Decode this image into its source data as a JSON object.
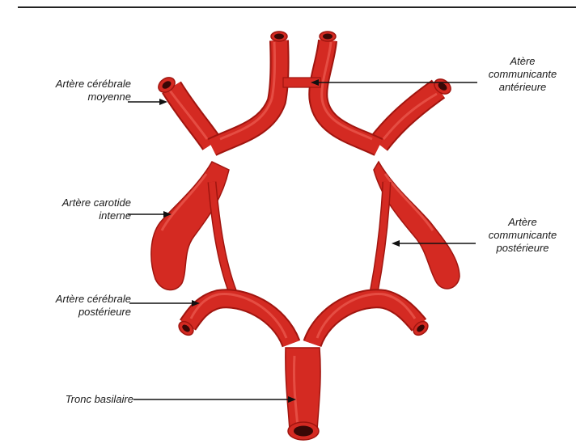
{
  "labels": {
    "middle_cerebral": [
      "Artère cérébrale",
      "moyenne"
    ],
    "anterior_communicating": [
      "Atère",
      "communicante",
      "antérieure"
    ],
    "internal_carotid": [
      "Artère carotide",
      "interne"
    ],
    "posterior_communicating": [
      "Artère",
      "communicante",
      "postérieure"
    ],
    "posterior_cerebral": [
      "Artère cérébrale",
      "postérieure"
    ],
    "basilar": [
      "Tronc basilaire"
    ]
  },
  "colors": {
    "artery": "#d42a22",
    "artery_shadow": "#a0150f",
    "artery_highlight": "#f0655a",
    "lumen": "#3a0806",
    "background": "#ffffff",
    "text": "#1a1a1a"
  }
}
